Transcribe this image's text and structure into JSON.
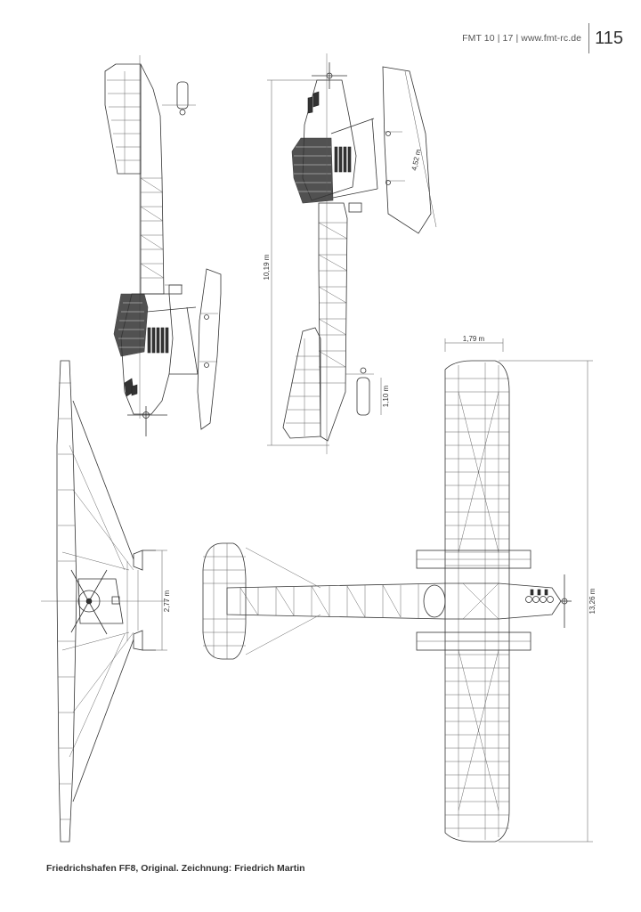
{
  "header": {
    "text": "FMT 10 | 17 | www.fmt-rc.de",
    "page_number": "115"
  },
  "caption": "Friedrichshafen FF8, Original. Zeichnung: Friedrich Martin",
  "dimensions": {
    "length_right": "10,19 m",
    "horizontal_tail_span": "4,52 m",
    "wing_chord": "1,79 m",
    "tail_height": "1,10 m",
    "height": "2,77 m",
    "wingspan": "13,26 m"
  },
  "icons": [
    "side-view-left",
    "side-view-right",
    "front-view",
    "top-view"
  ]
}
